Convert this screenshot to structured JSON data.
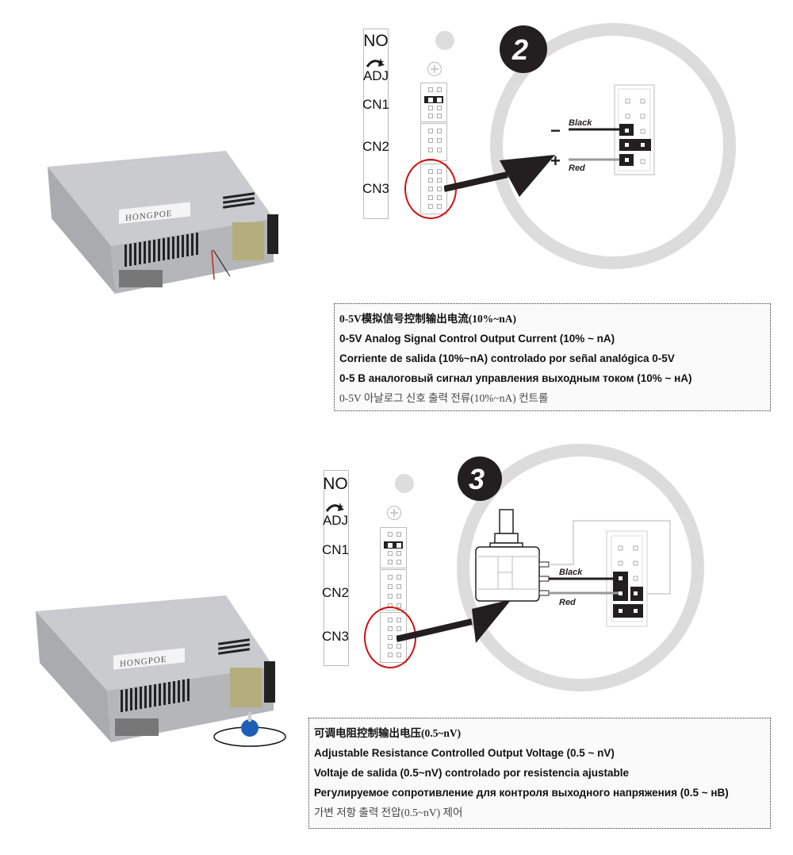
{
  "sections": [
    {
      "step_number": "2",
      "panel_labels": [
        "NO",
        "ADJ",
        "CN1",
        "CN2",
        "CN3"
      ],
      "adj_symbol": "+",
      "brand_label": "HONGPOE",
      "wires": {
        "black_label": "Black",
        "red_label": "Red",
        "minus_sign": "−",
        "plus_sign": "+"
      },
      "description": {
        "zh": "0-5V模拟信号控制输出电流(10%~nA)",
        "en": "0-5V Analog Signal Control Output Current (10% ~ nA)",
        "es": "Corriente de salida (10%~nA) controlado por señal analógica 0-5V",
        "ru": "0-5 В аналоговый сигнал управления выходным током (10% ~ нА)",
        "ko": "0-5V 아날로그 신호 출력 전류(10%~nA) 컨트롤"
      }
    },
    {
      "step_number": "3",
      "panel_labels": [
        "NO",
        "ADJ",
        "CN1",
        "CN2",
        "CN3"
      ],
      "adj_symbol": "+",
      "brand_label": "HONGPOE",
      "wires": {
        "black_label": "Black",
        "red_label": "Red"
      },
      "description": {
        "zh": "可调电阻控制输出电压(0.5~nV)",
        "en": "Adjustable Resistance Controlled Output Voltage (0.5 ~ nV)",
        "es": "Voltaje de salida (0.5~nV) controlado por resistencia ajustable",
        "ru": "Регулируемое сопротивление для контроля выходного напряжения (0.5 ~ нВ)",
        "ko": "가변 저항 출력 전압(0.5~nV)  제어"
      }
    }
  ],
  "colors": {
    "highlight": "#d01010",
    "ring": "#dcdcdc",
    "dark": "#231f20"
  }
}
